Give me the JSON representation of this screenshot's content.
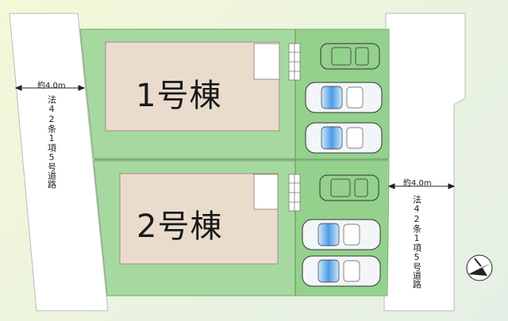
{
  "colors": {
    "background": "#eef5dd",
    "lot_green": "#a6d9a0",
    "lot_border": "#8fbf88",
    "parking_green": "#8fd18a",
    "house_fill": "#eadccc",
    "road_white": "#ffffff",
    "car_blue": "#5aa7e8"
  },
  "houses": [
    {
      "label": "1号棟"
    },
    {
      "label": "2号棟"
    }
  ],
  "roads": {
    "left": {
      "width_label": "約4.0m",
      "name": "法42条1項5号道路"
    },
    "right": {
      "width_label": "約4.0m",
      "name": "法42条1項5号道路"
    }
  },
  "compass": {
    "icon": "north-arrow-icon"
  },
  "parking": {
    "lot1": [
      "outline-car",
      "blue-car",
      "blue-car"
    ],
    "lot2": [
      "outline-car",
      "blue-car",
      "blue-car"
    ]
  }
}
